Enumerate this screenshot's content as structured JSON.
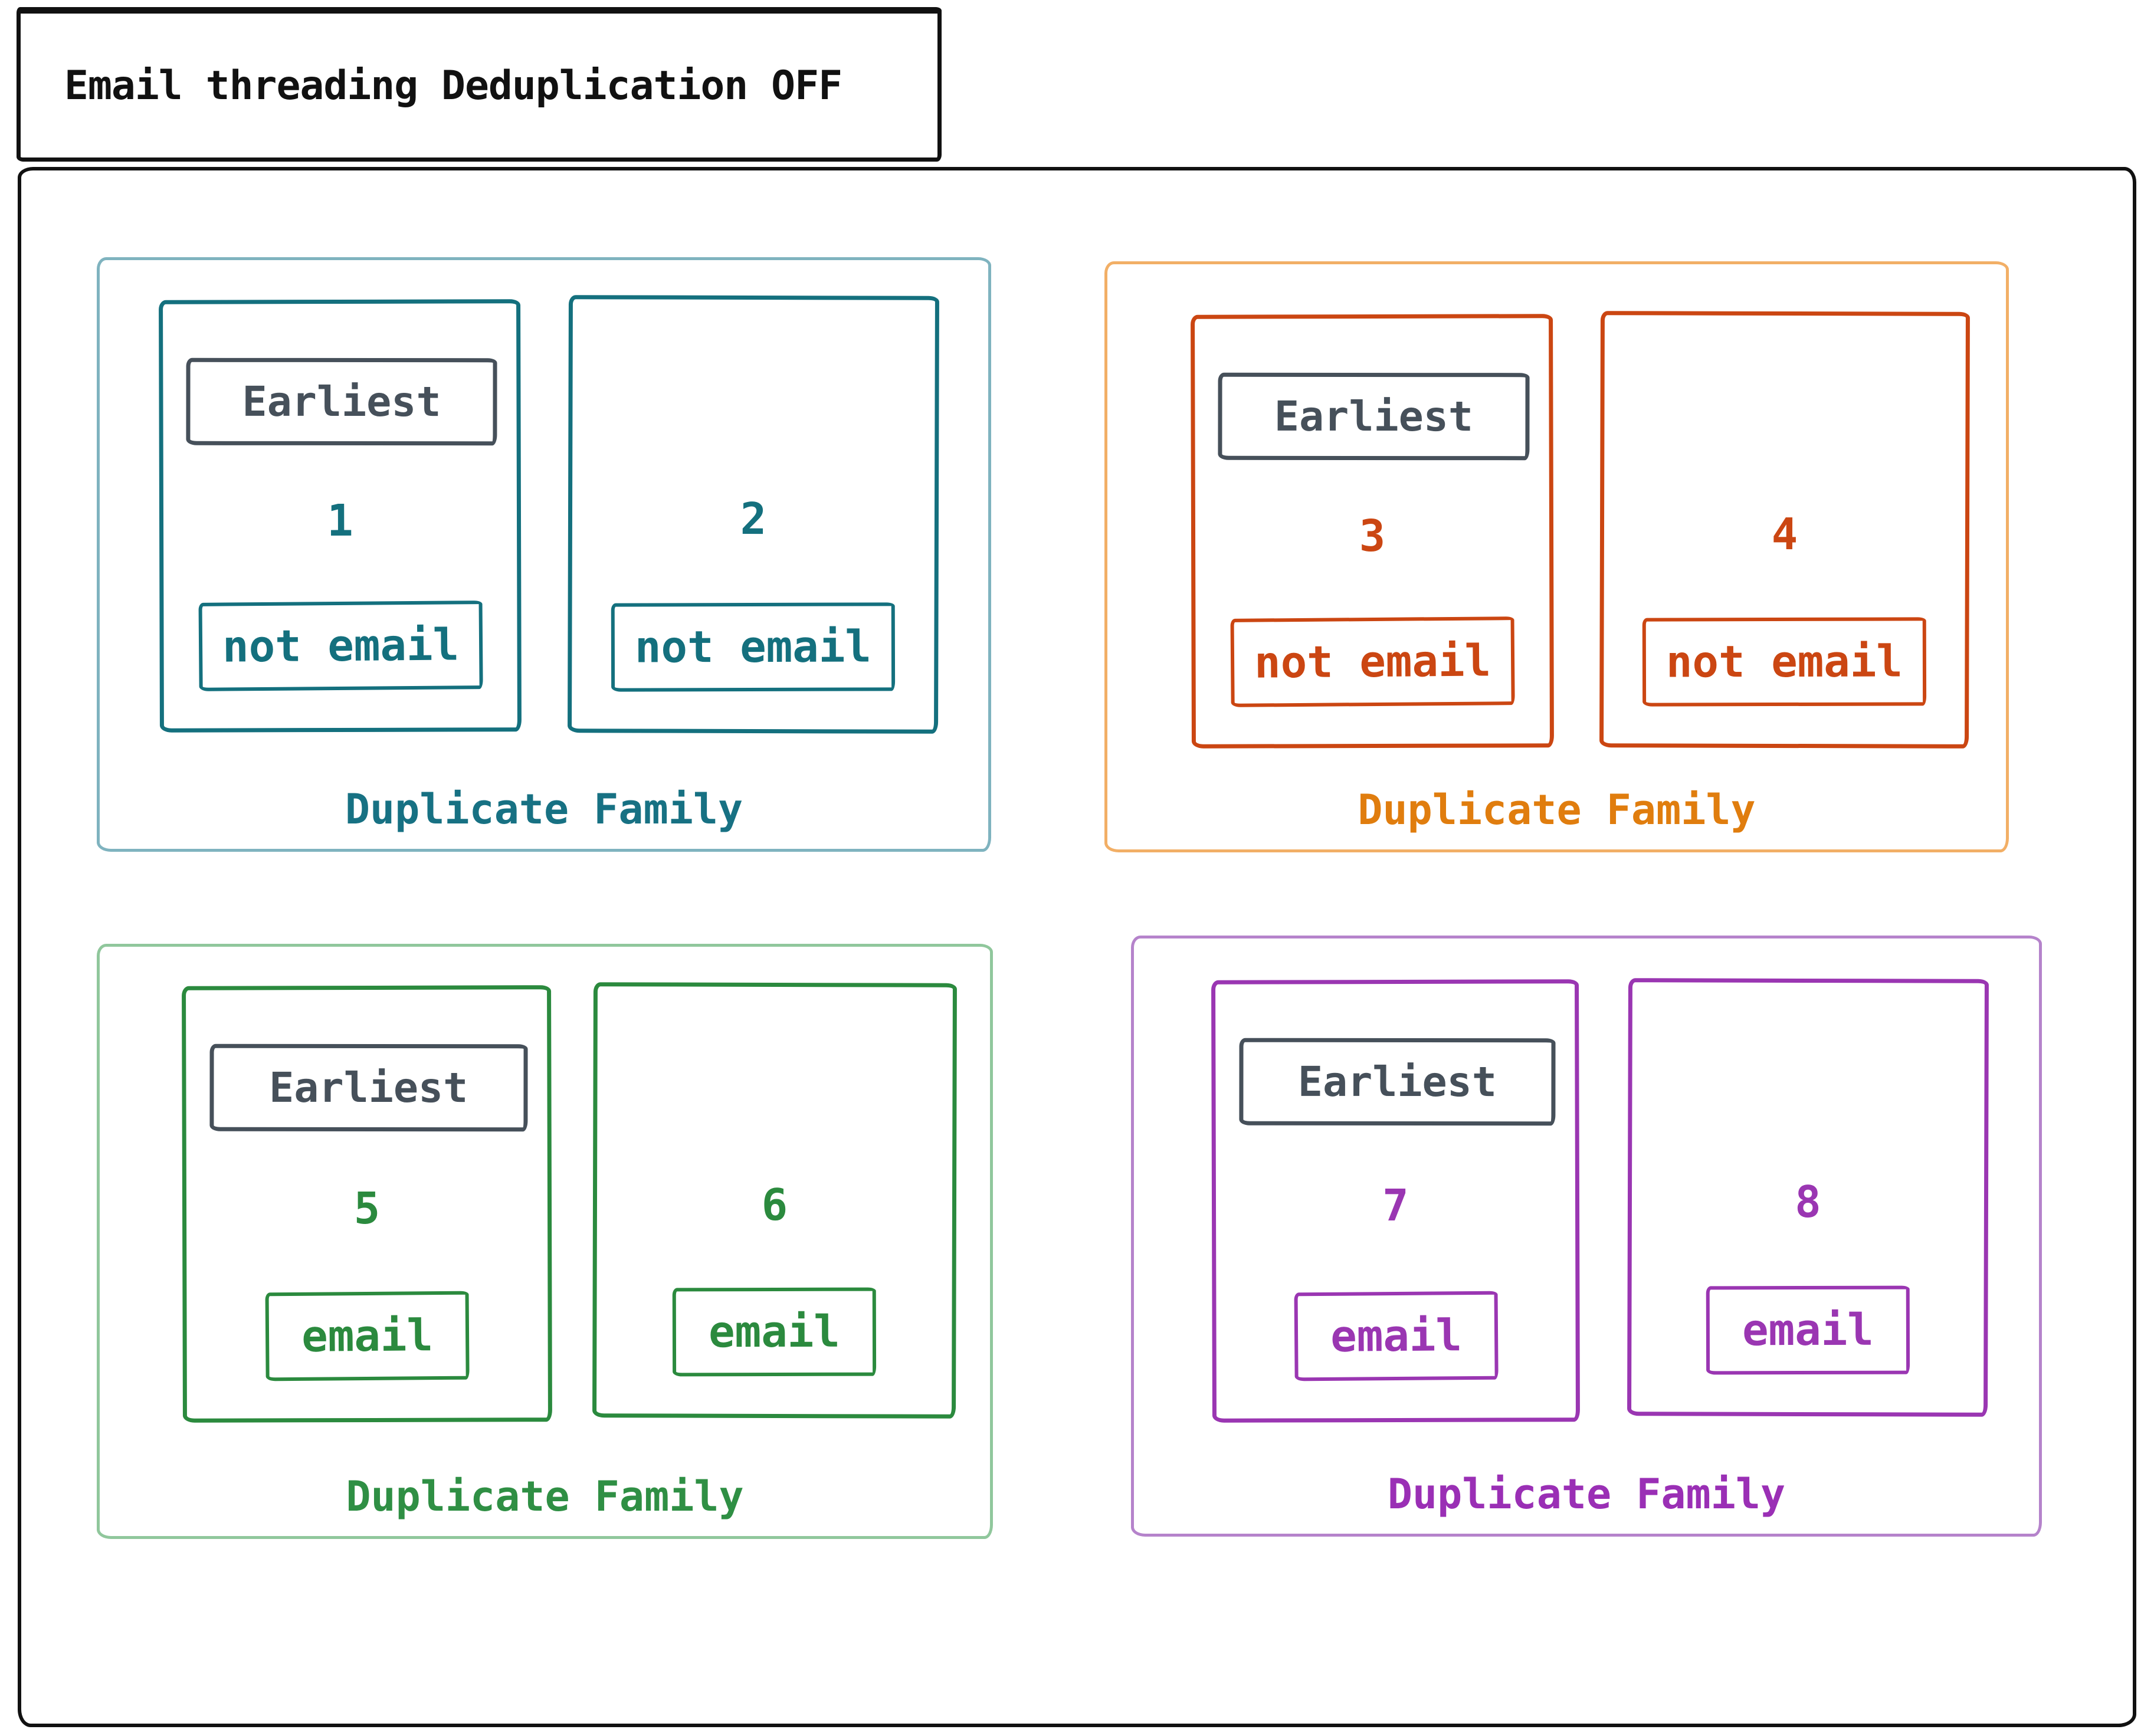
{
  "title": "Email threading Deduplication OFF",
  "earliest_tag": "Earliest",
  "earliest_color": "#46505a",
  "outline_color": "#111111",
  "families": [
    {
      "name": "teal-family",
      "label": "Duplicate Family",
      "colors": {
        "frame": "#7fb3bf",
        "card": "#14707e",
        "label": "#177183"
      },
      "cards": [
        {
          "number": "1",
          "earliest": true,
          "badge": "not email"
        },
        {
          "number": "2",
          "earliest": false,
          "badge": "not email"
        }
      ]
    },
    {
      "name": "orange-family",
      "label": "Duplicate Family",
      "colors": {
        "frame": "#f2af66",
        "card": "#cb4612",
        "label": "#e07d0e"
      },
      "cards": [
        {
          "number": "3",
          "earliest": true,
          "badge": "not email"
        },
        {
          "number": "4",
          "earliest": false,
          "badge": "not email"
        }
      ]
    },
    {
      "name": "green-family",
      "label": "Duplicate Family",
      "colors": {
        "frame": "#90c79c",
        "card": "#2b8a3e",
        "label": "#2f8f44"
      },
      "cards": [
        {
          "number": "5",
          "earliest": true,
          "badge": "email"
        },
        {
          "number": "6",
          "earliest": false,
          "badge": "email"
        }
      ]
    },
    {
      "name": "purple-family",
      "label": "Duplicate Family",
      "colors": {
        "frame": "#b583cb",
        "card": "#9a36b2",
        "label": "#9a2fb5"
      },
      "cards": [
        {
          "number": "7",
          "earliest": true,
          "badge": "email"
        },
        {
          "number": "8",
          "earliest": false,
          "badge": "email"
        }
      ]
    }
  ]
}
